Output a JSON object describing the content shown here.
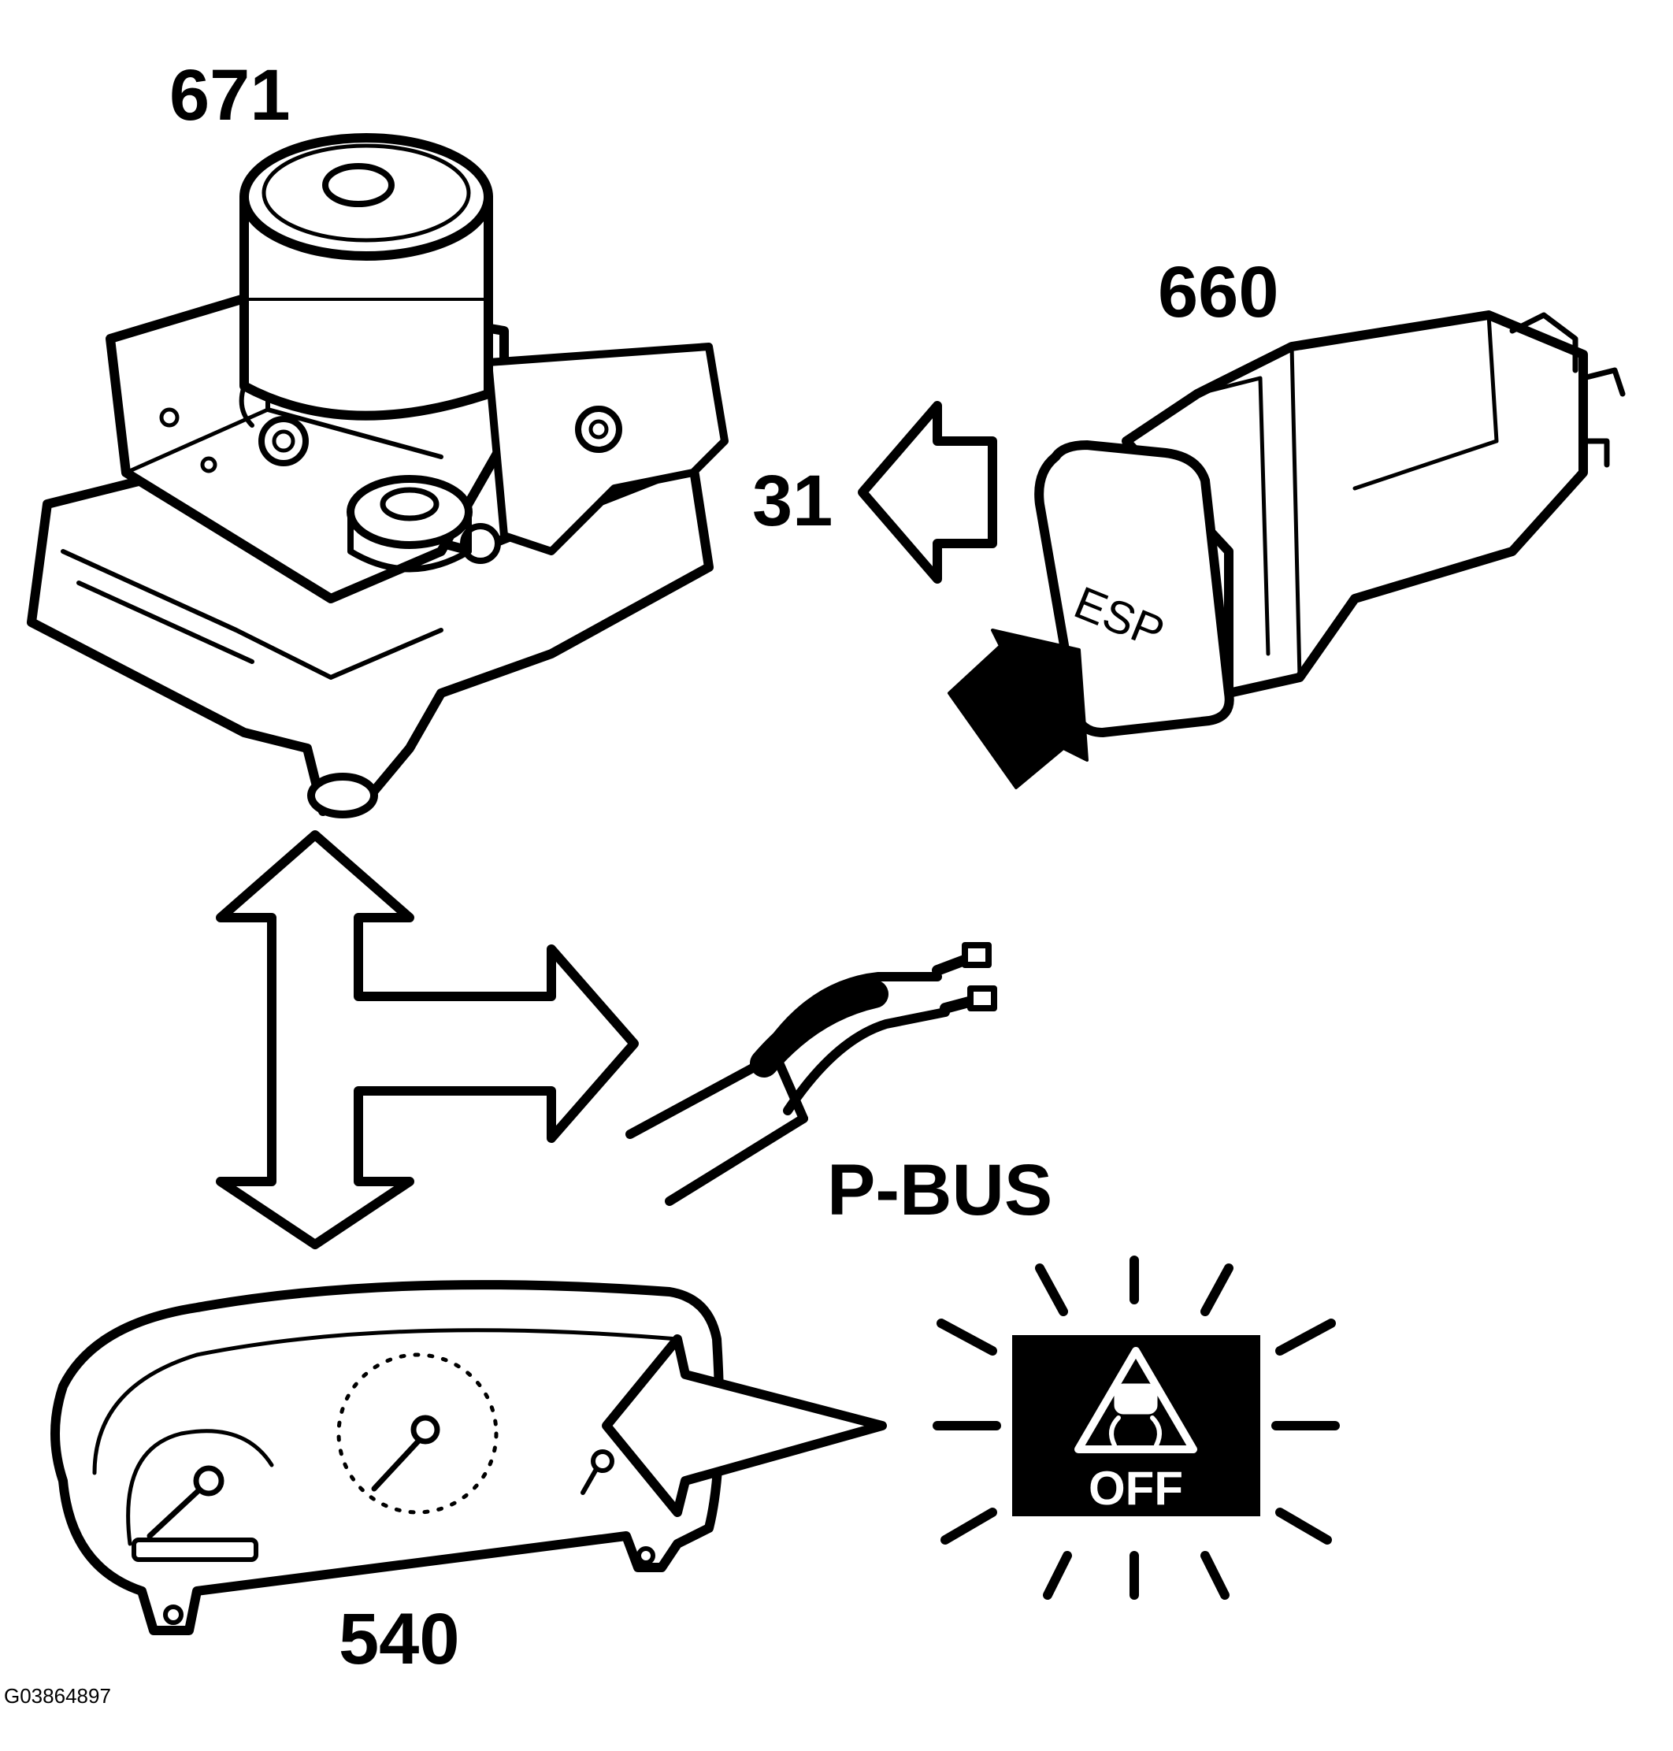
{
  "labels": {
    "abs_module": "671",
    "esp_switch": "660",
    "signal": "31",
    "instrument_cluster": "540",
    "bus": "P-BUS"
  },
  "switch_text": "ESP",
  "warning_lamp": {
    "text": "OFF",
    "icon": "traction-control-skid-icon"
  },
  "figure_id": "G03864897",
  "colors": {
    "ink": "#000000",
    "paper": "#ffffff"
  }
}
